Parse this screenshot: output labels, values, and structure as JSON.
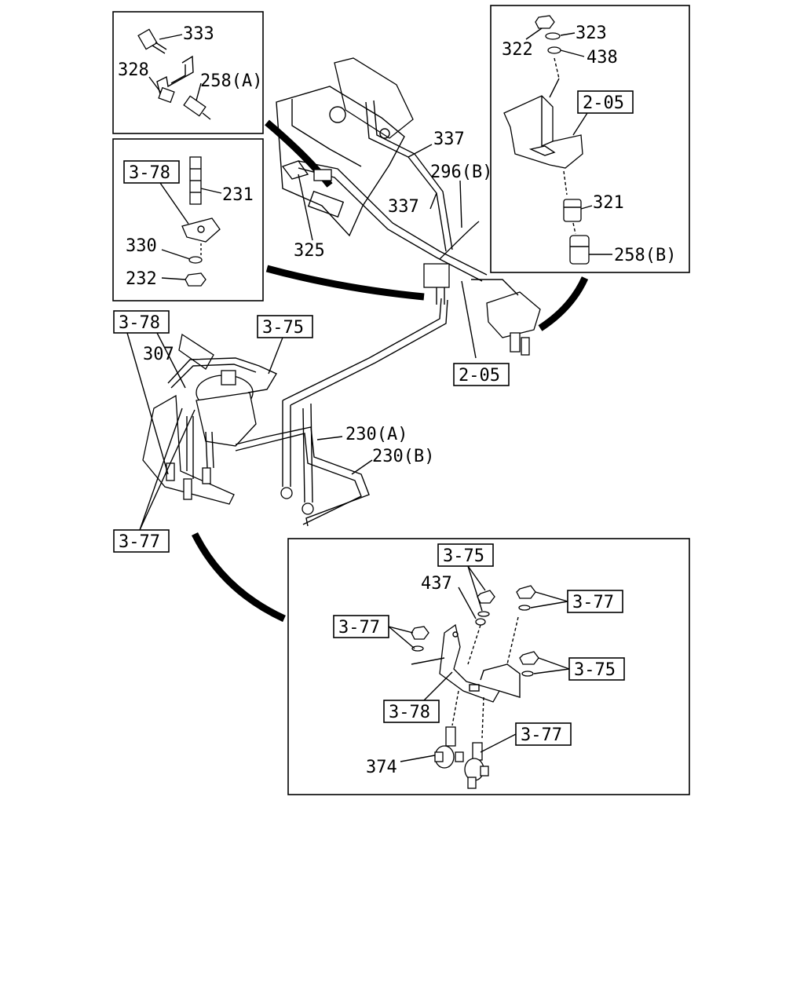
{
  "parts": {
    "p333": "333",
    "p328": "328",
    "p258a": "258(A)",
    "p231": "231",
    "p330": "330",
    "p232": "232",
    "p322": "322",
    "p323": "323",
    "p438": "438",
    "p321": "321",
    "p258b": "258(B)",
    "p337a": "337",
    "p337b": "337",
    "p296b": "296(B)",
    "p325": "325",
    "p307": "307",
    "p230a": "230(A)",
    "p230b": "230(B)",
    "p437": "437",
    "p374": "374"
  },
  "refs": {
    "r378_top": "3-78",
    "r205_box": "2-05",
    "r378_main": "3-78",
    "r375_main": "3-75",
    "r205_main": "2-05",
    "r377_main": "3-77",
    "r375_det_top": "3-75",
    "r377_det_r1": "3-77",
    "r377_det_left": "3-77",
    "r375_det_r2": "3-75",
    "r378_det": "3-78",
    "r377_det_bot": "3-77"
  }
}
